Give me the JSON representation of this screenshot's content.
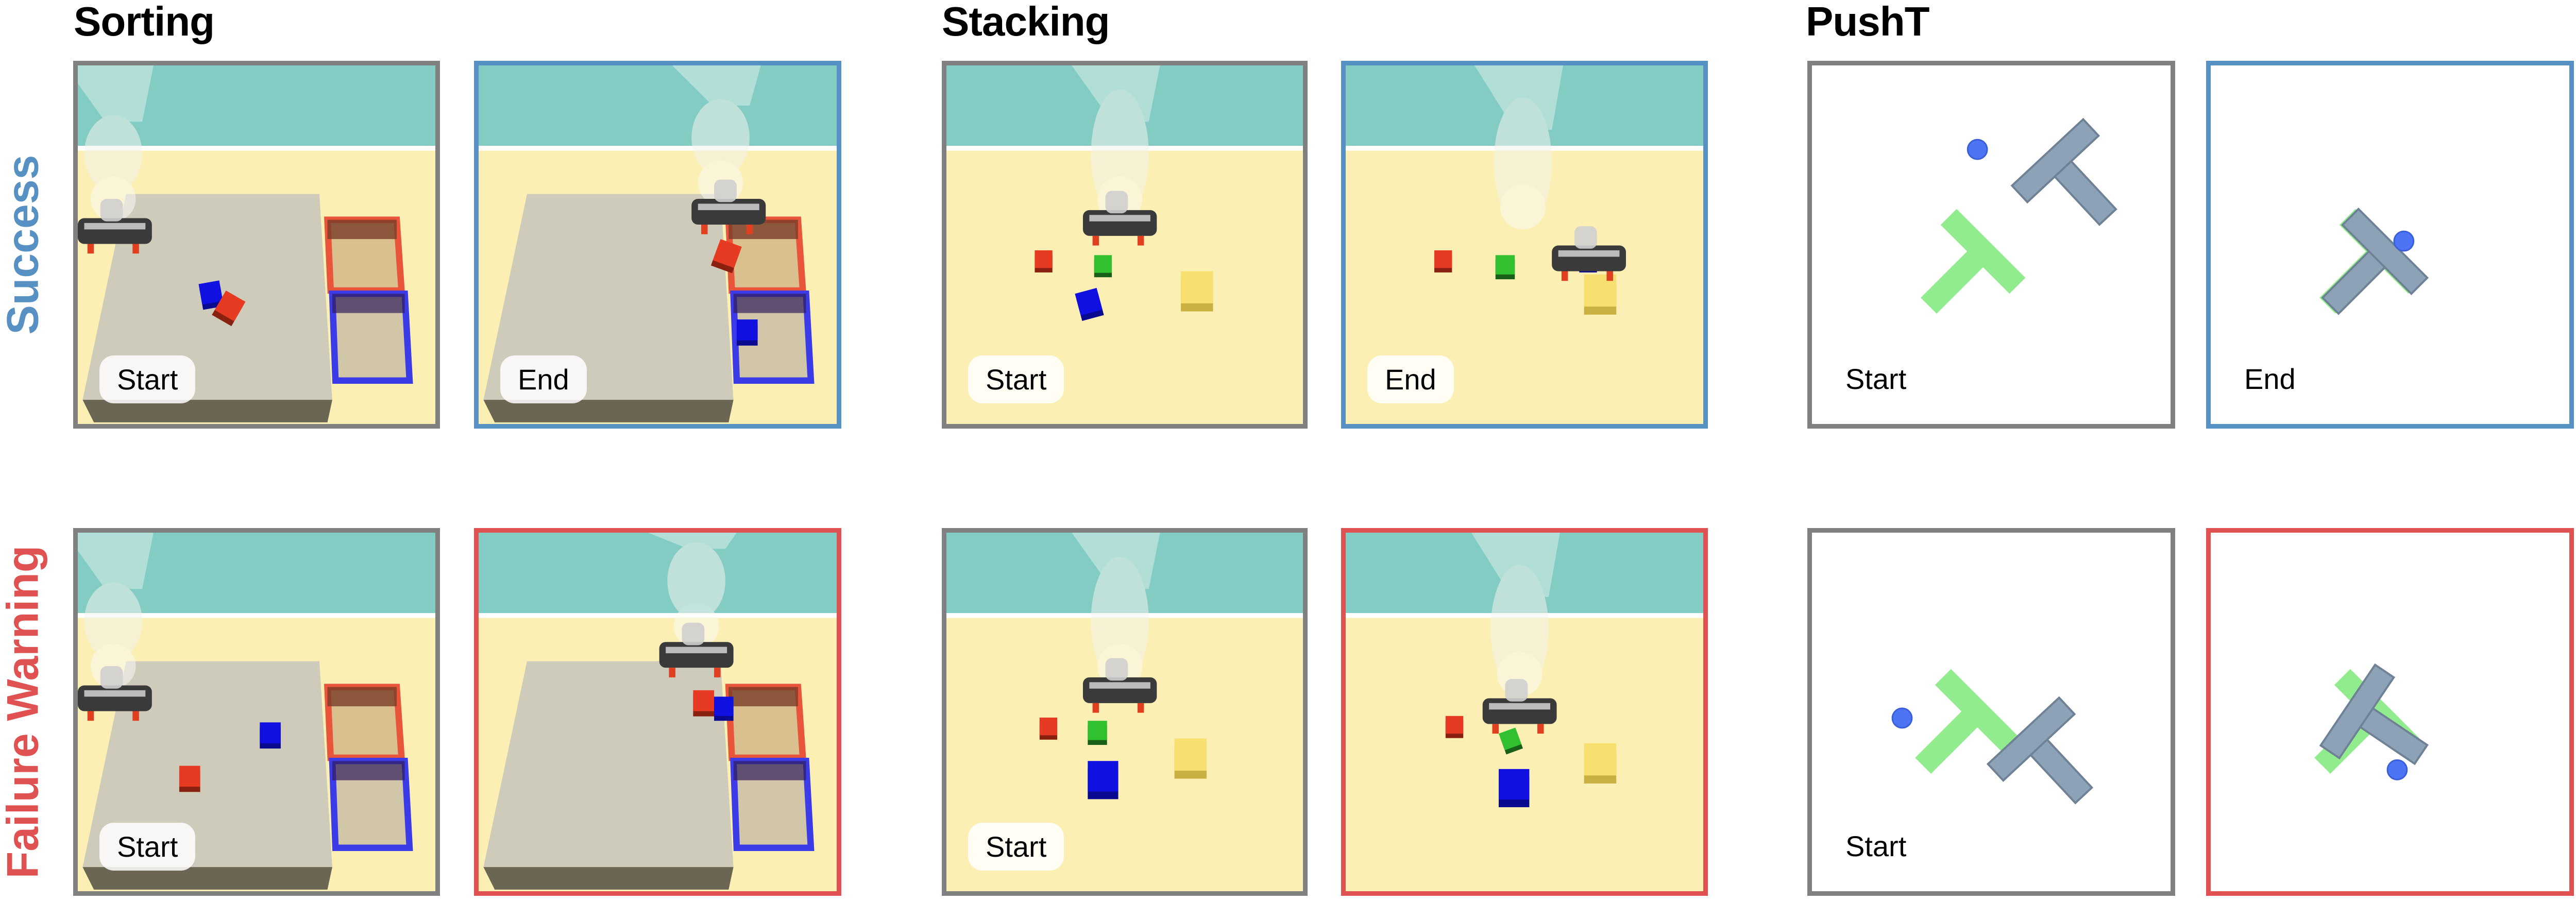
{
  "titles": {
    "sorting": "Sorting",
    "stacking": "Stacking",
    "pusht": "PushT"
  },
  "rows": {
    "success": "Success",
    "failure": "Failure Warning"
  },
  "colors": {
    "success": "#5791c4",
    "failure": "#e05151",
    "neutral": "#808080"
  },
  "panel_labels": {
    "start": "Start",
    "end": "End"
  }
}
